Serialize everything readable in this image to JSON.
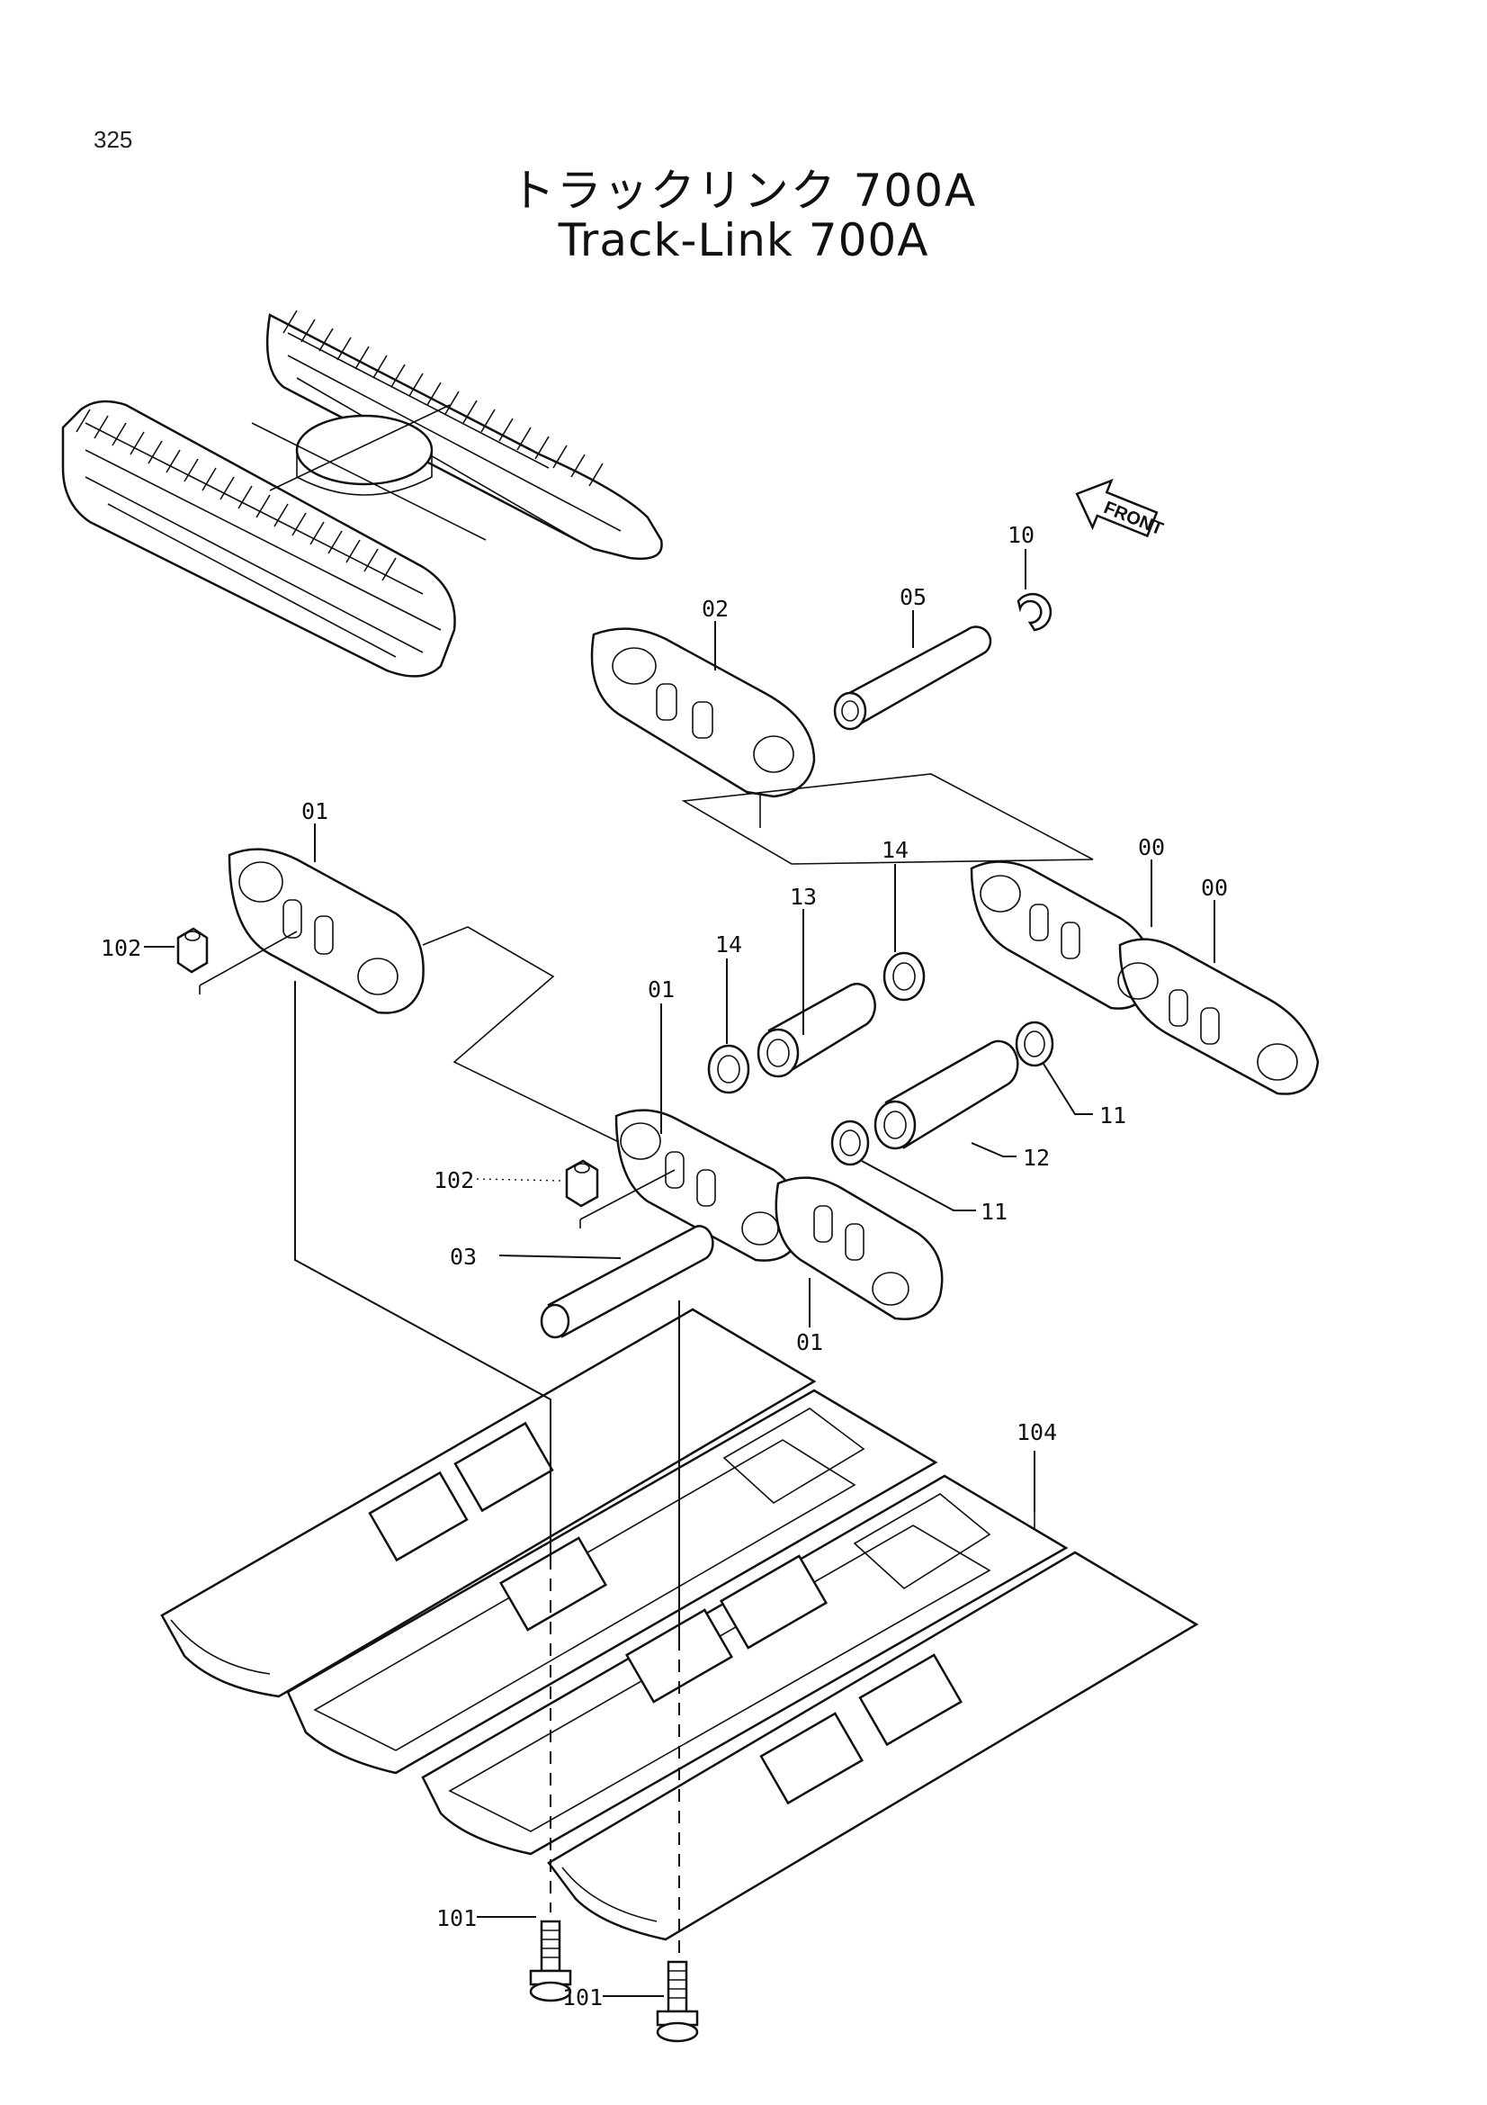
{
  "page": {
    "page_number": "325",
    "title_jp": "トラックリンク 700A",
    "title_en": "Track-Link 700A"
  },
  "front_indicator": {
    "label": "FRONT"
  },
  "callouts": [
    {
      "id": "c-10",
      "label": "10"
    },
    {
      "id": "c-05",
      "label": "05"
    },
    {
      "id": "c-02",
      "label": "02"
    },
    {
      "id": "c-01a",
      "label": "01"
    },
    {
      "id": "c-00a",
      "label": "00"
    },
    {
      "id": "c-00b",
      "label": "00"
    },
    {
      "id": "c-14a",
      "label": "14"
    },
    {
      "id": "c-13",
      "label": "13"
    },
    {
      "id": "c-14b",
      "label": "14"
    },
    {
      "id": "c-01b",
      "label": "01"
    },
    {
      "id": "c-102a",
      "label": "102"
    },
    {
      "id": "c-11a",
      "label": "11"
    },
    {
      "id": "c-12",
      "label": "12"
    },
    {
      "id": "c-102b",
      "label": "102"
    },
    {
      "id": "c-11b",
      "label": "11"
    },
    {
      "id": "c-03",
      "label": "03"
    },
    {
      "id": "c-01c",
      "label": "01"
    },
    {
      "id": "c-104",
      "label": "104"
    },
    {
      "id": "c-101a",
      "label": "101"
    },
    {
      "id": "c-101b",
      "label": "101"
    }
  ]
}
